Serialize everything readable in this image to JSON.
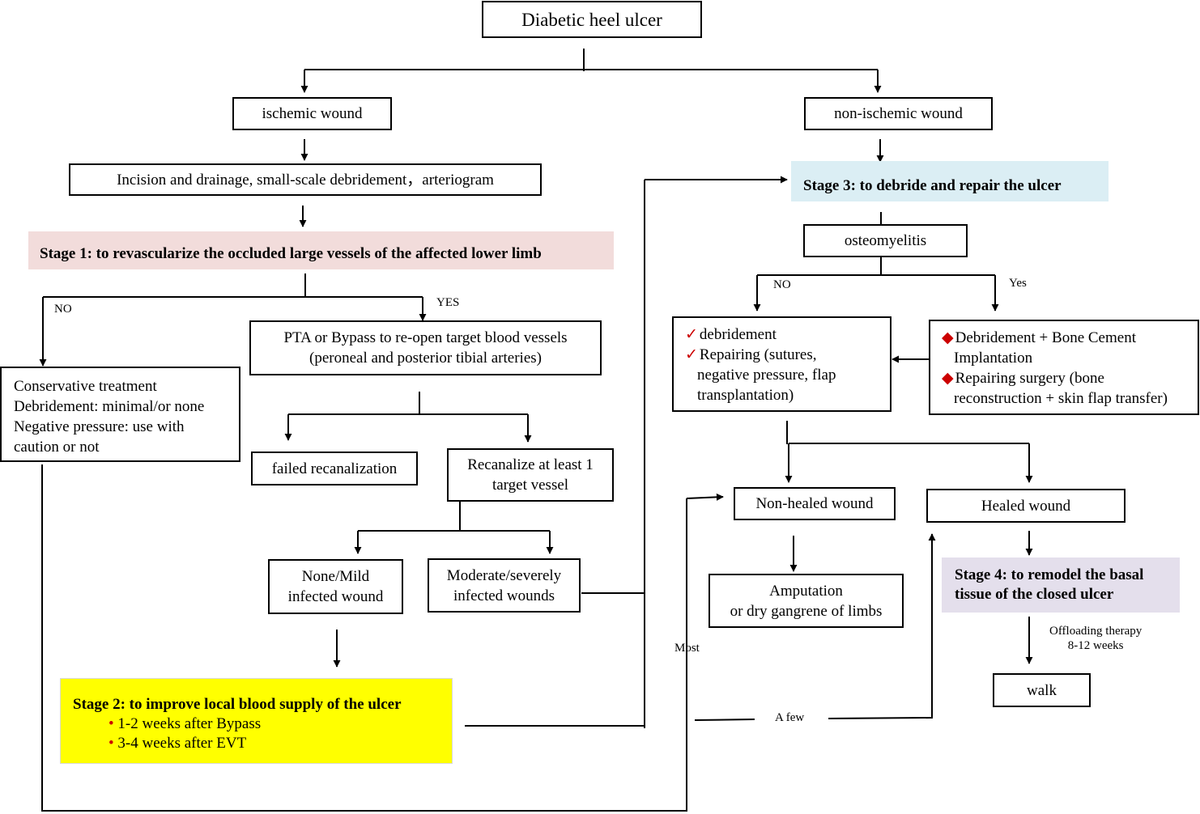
{
  "root": "Diabetic heel ulcer",
  "ischemic": "ischemic wound",
  "non_ischemic": "non-ischemic wound",
  "incision": "Incision and drainage, small-scale debridement，arteriogram",
  "stage1": "Stage 1: to revascularize the occluded large vessels of the affected lower limb",
  "label_no_left": "NO",
  "label_yes_left": "YES",
  "conservative": [
    "Conservative treatment",
    "Debridement: minimal/or none",
    "Negative pressure: use with",
    "caution or not"
  ],
  "pta": [
    "PTA or Bypass to re-open target blood vessels",
    "(peroneal and posterior tibial arteries)"
  ],
  "failed": "failed recanalization",
  "recanalize": [
    "Recanalize at least 1",
    "target vessel"
  ],
  "none_mild": [
    "None/Mild",
    "infected wound"
  ],
  "moderate": [
    "Moderate/severely",
    "infected wounds"
  ],
  "stage2": {
    "title": "Stage 2: to improve local blood supply of the ulcer",
    "bullets": [
      "1-2 weeks after Bypass",
      "3-4 weeks after EVT"
    ]
  },
  "stage3": "Stage 3: to debride and repair the ulcer",
  "osteomyelitis": "osteomyelitis",
  "label_no_right": "NO",
  "label_yes_right": "Yes",
  "debridement_box": {
    "item1": "debridement",
    "item2_lines": [
      "Repairing (sutures,",
      "negative pressure, flap",
      "transplantation)"
    ]
  },
  "bone_cement_box": {
    "item1_lines": [
      "Debridement + Bone Cement",
      "Implantation"
    ],
    "item2_lines": [
      "Repairing surgery (bone",
      "reconstruction + skin flap transfer)"
    ]
  },
  "non_healed": "Non-healed wound",
  "healed": "Healed wound",
  "amputation": [
    "Amputation",
    "or dry gangrene of limbs"
  ],
  "stage4": [
    "Stage 4: to remodel the basal",
    "tissue of the closed ulcer"
  ],
  "offloading": [
    "Offloading therapy",
    "8-12 weeks"
  ],
  "walk": "walk",
  "label_most": "Most",
  "label_few": "A few",
  "colors": {
    "stage1_bg": "#f2dcdb",
    "stage2_bg": "#ffff00",
    "stage3_bg": "#dbeef4",
    "stage4_bg": "#e4dfec",
    "bullet": "#cc0000"
  }
}
